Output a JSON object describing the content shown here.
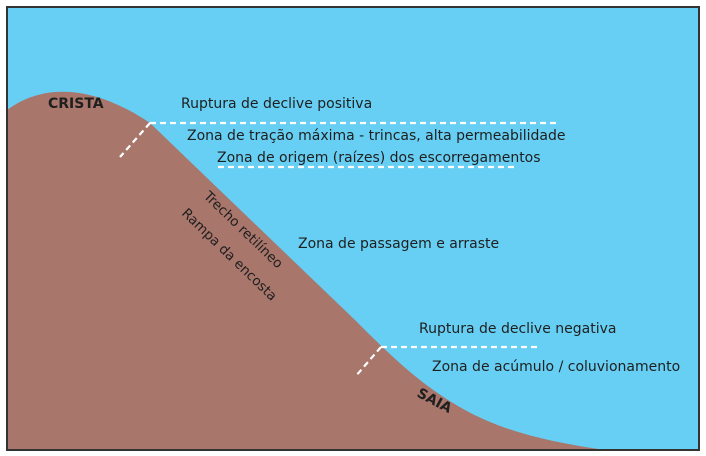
{
  "colors": {
    "sky": "#67cff3",
    "hillside": "#a8766b",
    "frame": "#333333",
    "guide_lines": "#ffffff"
  },
  "labels": {
    "crista": "CRISTA",
    "saia": "SAIA",
    "ruptura_positiva": "Ruptura de declive positiva",
    "zona_tracao": "Zona de tração máxima - trincas, alta permeabilidade",
    "zona_origem": "Zona de origem (raízes) dos escorregamentos",
    "trecho_retilineo": "Trecho retilíneo",
    "rampa_encosta": "Rampa da encosta",
    "zona_passagem": "Zona de passagem e arraste",
    "ruptura_negativa": "Ruptura de declive negativa",
    "zona_acumulo": "Zona de acúmulo / coluvionamento"
  }
}
